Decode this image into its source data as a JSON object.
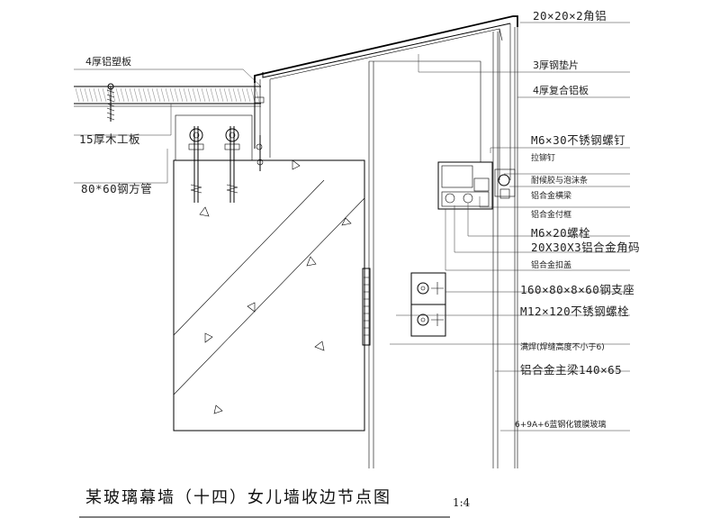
{
  "callouts": {
    "corner_angle": "20×20×2角铝",
    "aluminum_panel": "4厚铝塑板",
    "steel_plate": "3厚钢垫片",
    "composite_panel": "4厚复合铝板",
    "wood_board": "15厚木工板",
    "ss_rivet": "M6×30不锈钢螺钉",
    "pull_rivet": "拉铆钉",
    "square_tube": "80*60钢方管",
    "sealant": "耐候胶与泡沫条",
    "al_transom": "铝合金横梁",
    "al_frame": "铝合金付框",
    "bolt_m6": "M6×20螺栓",
    "al_angle_code": "20X30X3铝合金角码",
    "al_cover": "铝合金扣盖",
    "steel_support": "160×80×8×60钢支座",
    "ss_bolt_m12": "M12×120不锈钢螺栓",
    "weld": "满焊(焊缝高度不小于6)",
    "al_mullion": "铝合金主梁140×65",
    "glass": "6+9A+6蓝钢化镀膜玻璃"
  },
  "title": {
    "text": "某玻璃幕墙（十四）女儿墙收边节点图",
    "scale": "1:4"
  }
}
